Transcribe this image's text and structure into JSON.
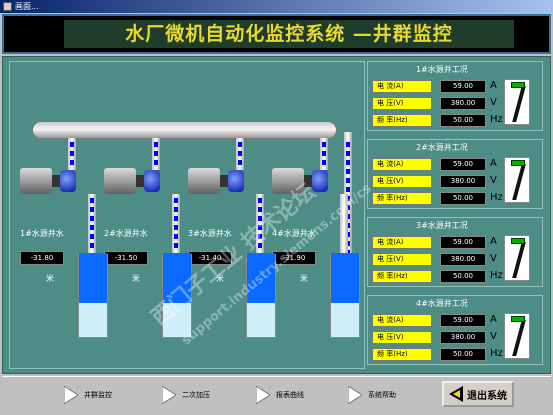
{
  "window": {
    "title": "画面..."
  },
  "header": {
    "title": "水厂微机自动化监控系统 —井群监控"
  },
  "wells": [
    {
      "label": "1#水源井水",
      "level": "-31.80",
      "unit": "米"
    },
    {
      "label": "2#水源井水",
      "level": "-31.50",
      "unit": "米"
    },
    {
      "label": "3#水源井水",
      "level": "-31.40",
      "unit": "米"
    },
    {
      "label": "4#水源井水",
      "level": "-31.90",
      "unit": "米"
    }
  ],
  "status_cards": [
    {
      "title": "1#水源井工况",
      "rows": [
        {
          "label": "电  流(A)",
          "value": "59.00",
          "unit": "A"
        },
        {
          "label": "电  压(V)",
          "value": "380.00",
          "unit": "V"
        },
        {
          "label": "频  率(Hz)",
          "value": "50.00",
          "unit": "Hz"
        }
      ]
    },
    {
      "title": "2#水源井工况",
      "rows": [
        {
          "label": "电  流(A)",
          "value": "59.00",
          "unit": "A"
        },
        {
          "label": "电  压(V)",
          "value": "380.00",
          "unit": "V"
        },
        {
          "label": "频  率(Hz)",
          "value": "50.00",
          "unit": "Hz"
        }
      ]
    },
    {
      "title": "3#水源井工况",
      "rows": [
        {
          "label": "电  流(A)",
          "value": "59.00",
          "unit": "A"
        },
        {
          "label": "电  压(V)",
          "value": "380.00",
          "unit": "V"
        },
        {
          "label": "频  率(Hz)",
          "value": "50.00",
          "unit": "Hz"
        }
      ]
    },
    {
      "title": "4#水源井工况",
      "rows": [
        {
          "label": "电  流(A)",
          "value": "59.00",
          "unit": "A"
        },
        {
          "label": "电  压(V)",
          "value": "380.00",
          "unit": "V"
        },
        {
          "label": "频  率(Hz)",
          "value": "50.00",
          "unit": "Hz"
        }
      ]
    }
  ],
  "nav": {
    "well_monitor": "井群监控",
    "secondary_pressure": "二次加压",
    "report_curve": "报表曲线",
    "system_help": "系统帮助",
    "exit": "退出系统"
  },
  "watermark": {
    "line1": "西门子工业 技术论坛",
    "line2": "support.industry.siemens.com/cs"
  },
  "colors": {
    "panel_bg": "#4e8c86",
    "header_text": "#e8d830",
    "label_bg": "#ffff00",
    "flow": "#0000ff"
  }
}
